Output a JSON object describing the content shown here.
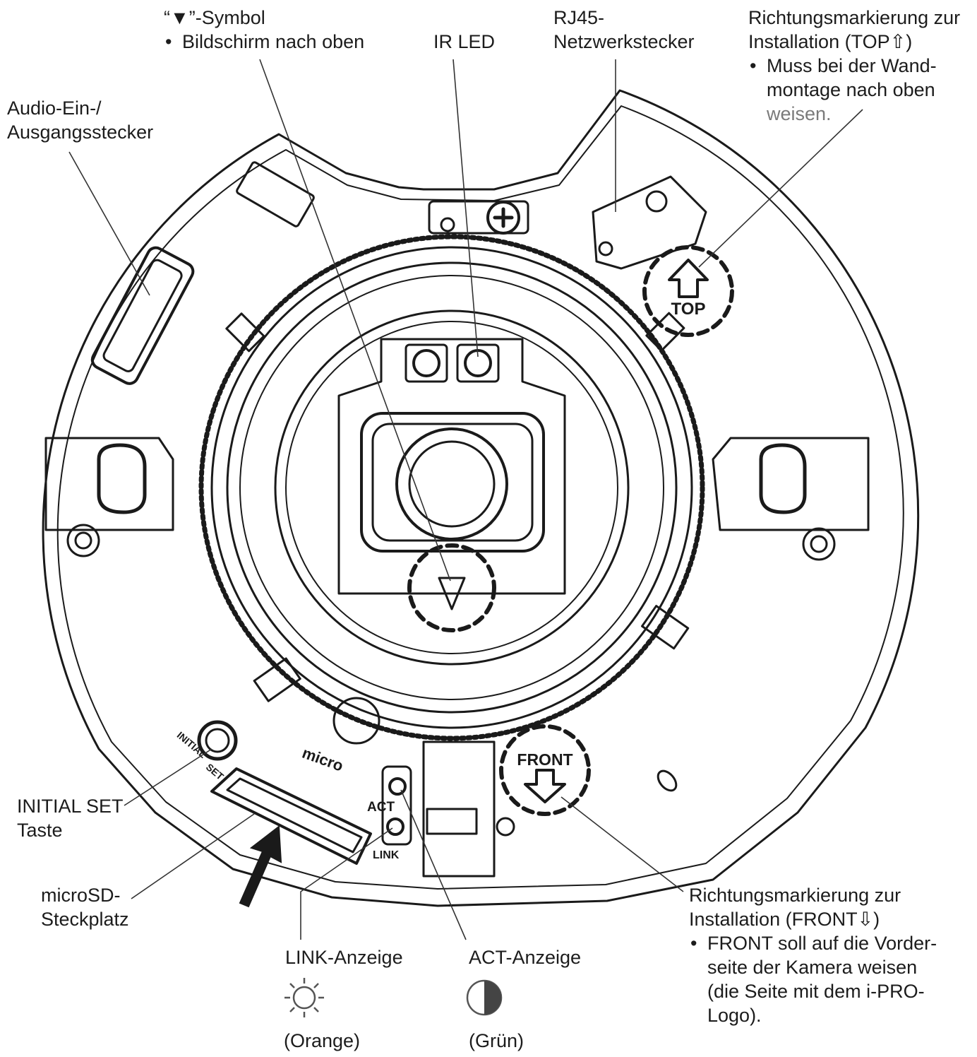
{
  "labels": {
    "symbol_title": "“▼”-Symbol",
    "symbol_note": "Bildschirm nach oben",
    "ir_led": "IR LED",
    "rj45_1": "RJ45-",
    "rj45_2": "Netzwerkstecker",
    "top_title_1": "Richtungsmarkierung zur",
    "top_title_2": "Installation (TOP⇧)",
    "top_note_1": "Muss bei der Wand-",
    "top_note_2": "montage nach oben",
    "top_note_3": "weisen.",
    "audio_1": "Audio-Ein-/",
    "audio_2": "Ausgangsstecker",
    "initial_1": "INITIAL SET",
    "initial_2": "Taste",
    "microsd_1": "microSD-",
    "microsd_2": "Steckplatz",
    "link_title": "LINK-Anzeige",
    "link_color": "(Orange)",
    "act_title": "ACT-Anzeige",
    "act_color": "(Grün)",
    "front_title_1": "Richtungsmarkierung zur",
    "front_title_2": "Installation (FRONT⇩)",
    "front_note_1": "FRONT soll auf die Vorder-",
    "front_note_2": "seite der Kamera weisen",
    "front_note_3": "(die Seite mit dem i-PRO-",
    "front_note_4": "Logo)."
  },
  "device_markings": {
    "top": "TOP",
    "front": "FRONT",
    "act": "ACT",
    "link": "LINK",
    "initial": "INITIAL",
    "set": "SET",
    "micro": "micro"
  },
  "icons": {
    "link_icon": "sun-icon",
    "act_icon": "half-circle-icon"
  }
}
